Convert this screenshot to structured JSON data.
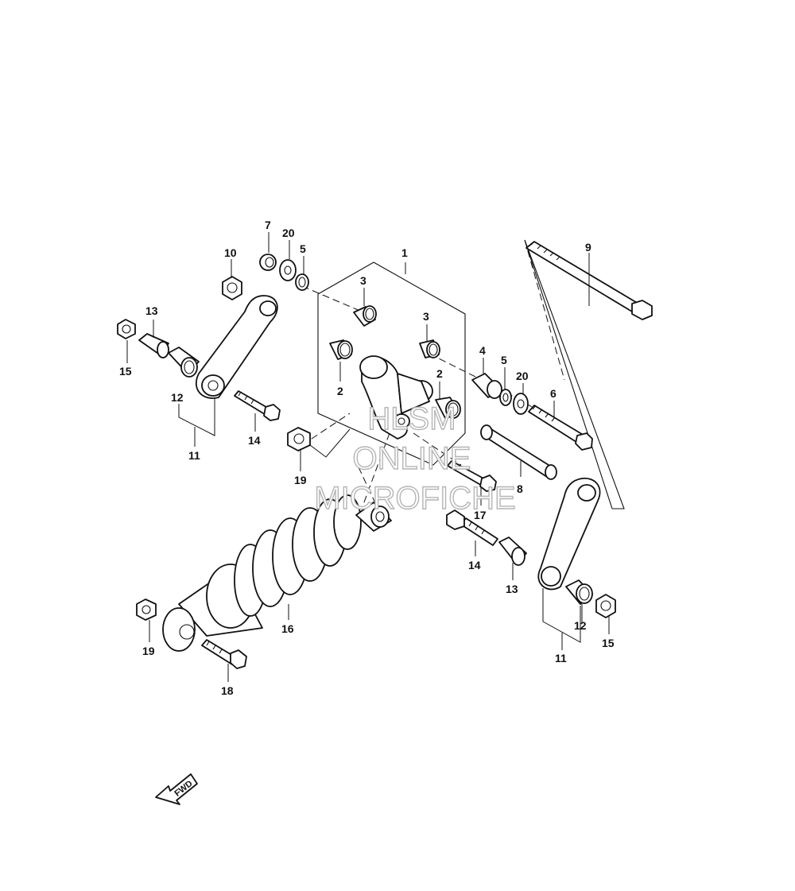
{
  "watermark": {
    "line1": "HLSM",
    "line2": "ONLINE",
    "line3": "MICROFICHE"
  },
  "fwd_label": "FWD",
  "callouts": [
    {
      "id": "c1",
      "label": "1"
    },
    {
      "id": "c2a",
      "label": "2"
    },
    {
      "id": "c2b",
      "label": "2"
    },
    {
      "id": "c3a",
      "label": "3"
    },
    {
      "id": "c3b",
      "label": "3"
    },
    {
      "id": "c4",
      "label": "4"
    },
    {
      "id": "c5a",
      "label": "5"
    },
    {
      "id": "c5b",
      "label": "5"
    },
    {
      "id": "c6",
      "label": "6"
    },
    {
      "id": "c7",
      "label": "7"
    },
    {
      "id": "c8",
      "label": "8"
    },
    {
      "id": "c9",
      "label": "9"
    },
    {
      "id": "c10",
      "label": "10"
    },
    {
      "id": "c11a",
      "label": "11"
    },
    {
      "id": "c11b",
      "label": "11"
    },
    {
      "id": "c12a",
      "label": "12"
    },
    {
      "id": "c12b",
      "label": "12"
    },
    {
      "id": "c13a",
      "label": "13"
    },
    {
      "id": "c13b",
      "label": "13"
    },
    {
      "id": "c14a",
      "label": "14"
    },
    {
      "id": "c14b",
      "label": "14"
    },
    {
      "id": "c15a",
      "label": "15"
    },
    {
      "id": "c15b",
      "label": "15"
    },
    {
      "id": "c16",
      "label": "16"
    },
    {
      "id": "c17",
      "label": "17"
    },
    {
      "id": "c18",
      "label": "18"
    },
    {
      "id": "c19a",
      "label": "19"
    },
    {
      "id": "c19b",
      "label": "19"
    },
    {
      "id": "c20a",
      "label": "20"
    },
    {
      "id": "c20b",
      "label": "20"
    }
  ]
}
